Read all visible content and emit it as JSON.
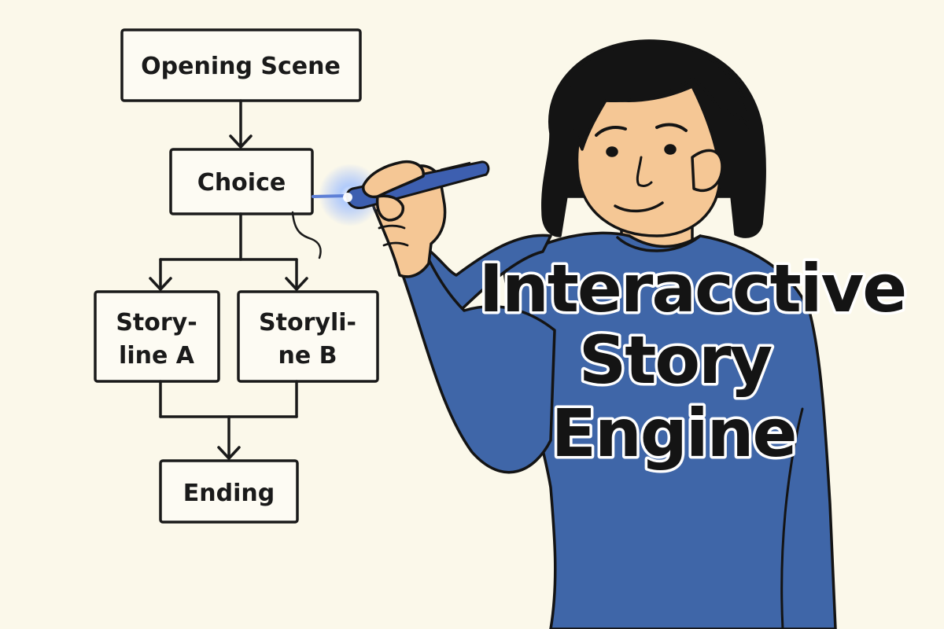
{
  "diagram": {
    "nodes": {
      "opening": "Opening Scene",
      "choice": "Choice",
      "storyline_a_line1": "Story-",
      "storyline_a_line2": "line A",
      "storyline_b_line1": "Storyli-",
      "storyline_b_line2": "ne B",
      "ending": "Ending"
    }
  },
  "title": {
    "line1": "Interacctive",
    "line2": "Story",
    "line3": "Engine"
  },
  "colors": {
    "background": "#fbf8ea",
    "shirt": "#3f66a8",
    "skin": "#f5c795",
    "hair": "#141414",
    "pen": "#3d5fb0",
    "glow": "#8fb0ff"
  }
}
